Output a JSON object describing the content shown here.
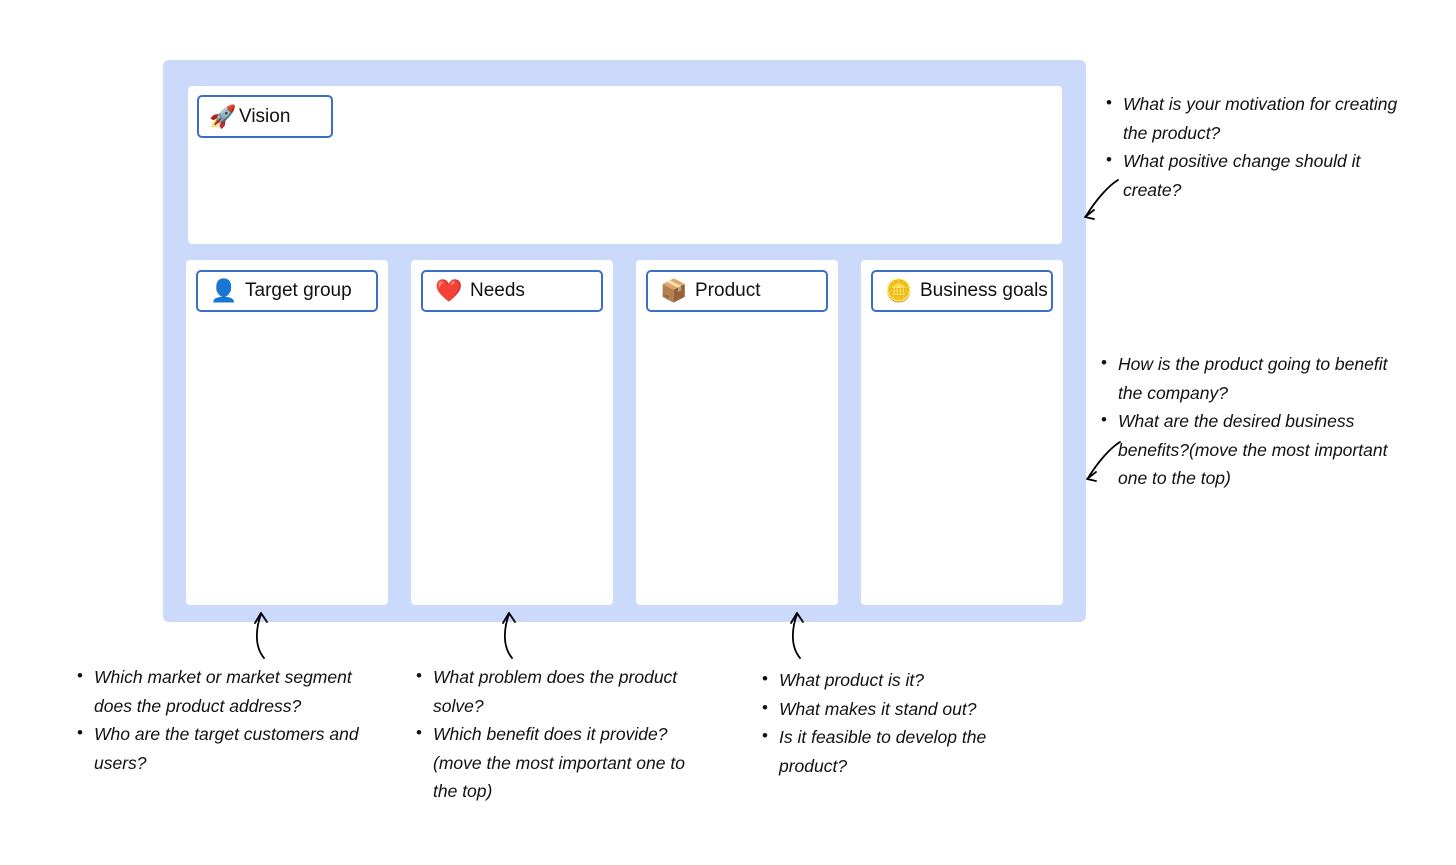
{
  "board": {
    "background_color": "#cbdafa",
    "card_background": "#ffffff",
    "pill_border_color": "#3c6fc4"
  },
  "vision": {
    "emoji": "rocket-icon",
    "emoji_glyph": "🚀",
    "label": "Vision"
  },
  "columns": [
    {
      "key": "target-group",
      "emoji": "bust-in-silhouette-icon",
      "emoji_glyph": "👤",
      "label": "Target group"
    },
    {
      "key": "needs",
      "emoji": "heart-icon",
      "emoji_glyph": "❤️",
      "label": "Needs"
    },
    {
      "key": "product",
      "emoji": "package-icon",
      "emoji_glyph": "📦",
      "label": "Product"
    },
    {
      "key": "business-goals",
      "emoji": "coin-icon",
      "emoji_glyph": "🪙",
      "label": "Business goals"
    }
  ],
  "notes": {
    "vision": [
      "What is your motivation for creating the product?",
      "What positive change should it create?"
    ],
    "business_goals": [
      "How is the product going to benefit the company?",
      "What are the desired business benefits?(move the most important one to the top)"
    ],
    "target_group": [
      "Which market or market segment does the product address?",
      "Who are the target customers and users?"
    ],
    "needs": [
      "What problem does the product solve?",
      "Which benefit does it provide? (move the most important one to the top)"
    ],
    "product": [
      "What product is it?",
      "What makes it stand out?",
      "Is it feasible to develop the product?"
    ]
  }
}
